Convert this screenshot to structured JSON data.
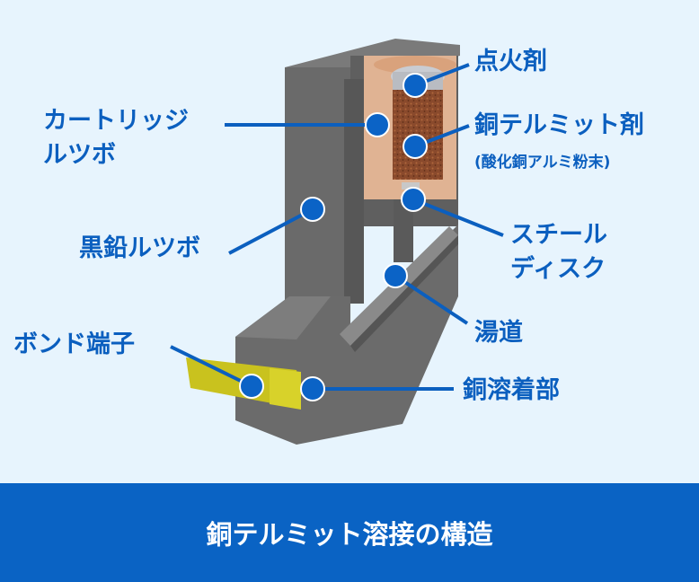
{
  "labels": {
    "igniter": "点火剤",
    "cartridge_line1": "カートリッジ",
    "cartridge_line2": "ルツボ",
    "thermit": "銅テルミット剤",
    "thermit_sub": "(酸化銅アルミ粉末)",
    "graphite": "黒鉛ルツボ",
    "steel_line1": "スチール",
    "steel_line2": "ディスク",
    "runner": "湯道",
    "bond": "ボンド端子",
    "weld": "銅溶着部"
  },
  "caption": "銅テルミット溶接の構造",
  "colors": {
    "accent": "#0a63c4",
    "background": "#e7f4fd",
    "graphite": "#6b6b6b",
    "copper": "#e0b393",
    "powder": "#8a4a2c",
    "terminal": "#c9c21e"
  }
}
